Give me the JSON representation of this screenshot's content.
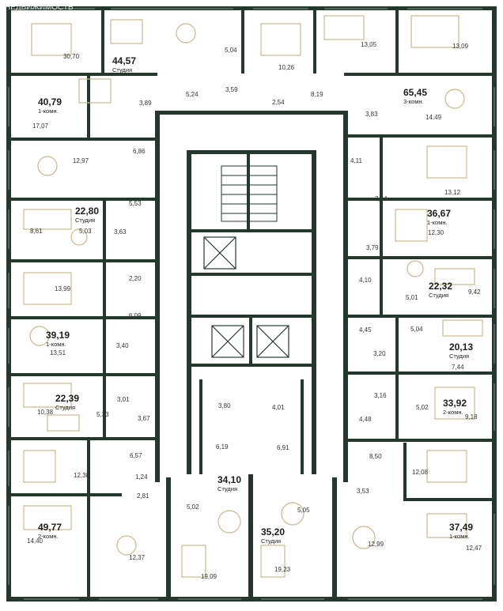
{
  "watermark": "НЕДВИЖИМОСТЬ",
  "colors": {
    "wall": "#24382d",
    "furniture": "#c9b98c",
    "floor": "#ffffff"
  },
  "apartments": [
    {
      "id": "a1",
      "total": "44,57",
      "type": "Студия"
    },
    {
      "id": "a2",
      "total": "65,45",
      "type": "3-комн."
    },
    {
      "id": "a3",
      "total": "40,79",
      "type": "1-комн."
    },
    {
      "id": "a4",
      "total": "22,80",
      "type": "Студия"
    },
    {
      "id": "a5",
      "total": "36,67",
      "type": "1-комн."
    },
    {
      "id": "a6",
      "total": "22,32",
      "type": "Студия"
    },
    {
      "id": "a7",
      "total": "39,19",
      "type": "1-комн."
    },
    {
      "id": "a8",
      "total": "20,13",
      "type": "Студия"
    },
    {
      "id": "a9",
      "total": "22,39",
      "type": "Студия"
    },
    {
      "id": "a10",
      "total": "33,92",
      "type": "2-комн."
    },
    {
      "id": "a11",
      "total": "34,10",
      "type": "Студия"
    },
    {
      "id": "a12",
      "total": "35,20",
      "type": "Студия"
    },
    {
      "id": "a13",
      "total": "49,77",
      "type": "2-комн."
    },
    {
      "id": "a14",
      "total": "37,49",
      "type": "1-комн."
    }
  ],
  "room_areas": [
    "30,70",
    "5,04",
    "10,26",
    "13,05",
    "13,09",
    "3,89",
    "5,24",
    "3,59",
    "2,54",
    "8,19",
    "3,83",
    "14,49",
    "17,07",
    "6,86",
    "12,97",
    "4,11",
    "13,12",
    "7,14",
    "5,53",
    "8,61",
    "5,03",
    "3,63",
    "12,30",
    "3,79",
    "2,20",
    "13,99",
    "4,10",
    "5,01",
    "9,42",
    "6,09",
    "13,51",
    "3,40",
    "4,45",
    "5,04",
    "3,20",
    "7,44",
    "3,01",
    "10,38",
    "5,33",
    "3,67",
    "3,80",
    "4,01",
    "3,16",
    "5,02",
    "4,48",
    "9,18",
    "6,19",
    "6,91",
    "6,57",
    "8,50",
    "12,38",
    "1,24",
    "2,81",
    "12,08",
    "5,02",
    "5,05",
    "3,53",
    "14,40",
    "12,37",
    "19,09",
    "19,23",
    "12,99",
    "12,47"
  ]
}
